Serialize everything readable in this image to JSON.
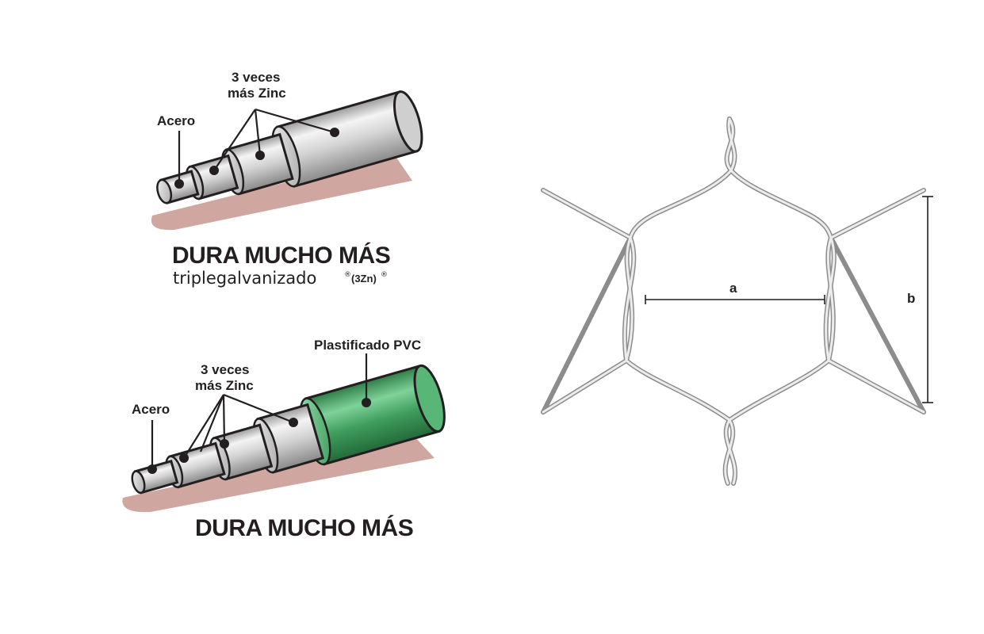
{
  "top_cable": {
    "label_acero": "Acero",
    "label_zinc_line1": "3 veces",
    "label_zinc_line2": "más Zinc",
    "headline": "DURA MUCHO MÁS",
    "brand_name": "triplegalvanizado",
    "brand_mark": "®",
    "brand_suffix": "(3Zn)",
    "brand_suffix_mark": "®"
  },
  "bottom_cable": {
    "label_acero": "Acero",
    "label_zinc_line1": "3 veces",
    "label_zinc_line2": "más Zinc",
    "label_pvc": "Plastificado PVC",
    "headline": "DURA MUCHO MÁS"
  },
  "mesh": {
    "dimension_a": "a",
    "dimension_b": "b"
  },
  "colors": {
    "steel": "#d4d4d4",
    "pvc_green": "#3f9e5e",
    "shadow": "#cfa7a0",
    "ink": "#231f20"
  }
}
